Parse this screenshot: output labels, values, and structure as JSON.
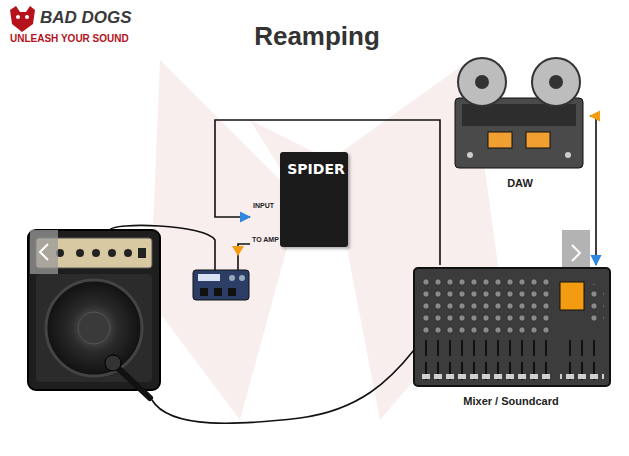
{
  "diagram": {
    "title": "Reamping",
    "nodes": [
      {
        "text": [
          "SPIDER",
          "INPUT",
          "TO AMP"
        ]
      },
      {
        "text": [
          "DAW"
        ]
      },
      {
        "text": [
          "Mixer / Soundcard"
        ]
      }
    ],
    "edges": [
      {
        "from": 1,
        "to": 2,
        "arrow": "both"
      },
      {
        "from": 2,
        "to": 0,
        "arrow": "to"
      }
    ],
    "labels": [
      "BAD DOGS",
      "UNLEASH YOUR SOUND"
    ]
  }
}
